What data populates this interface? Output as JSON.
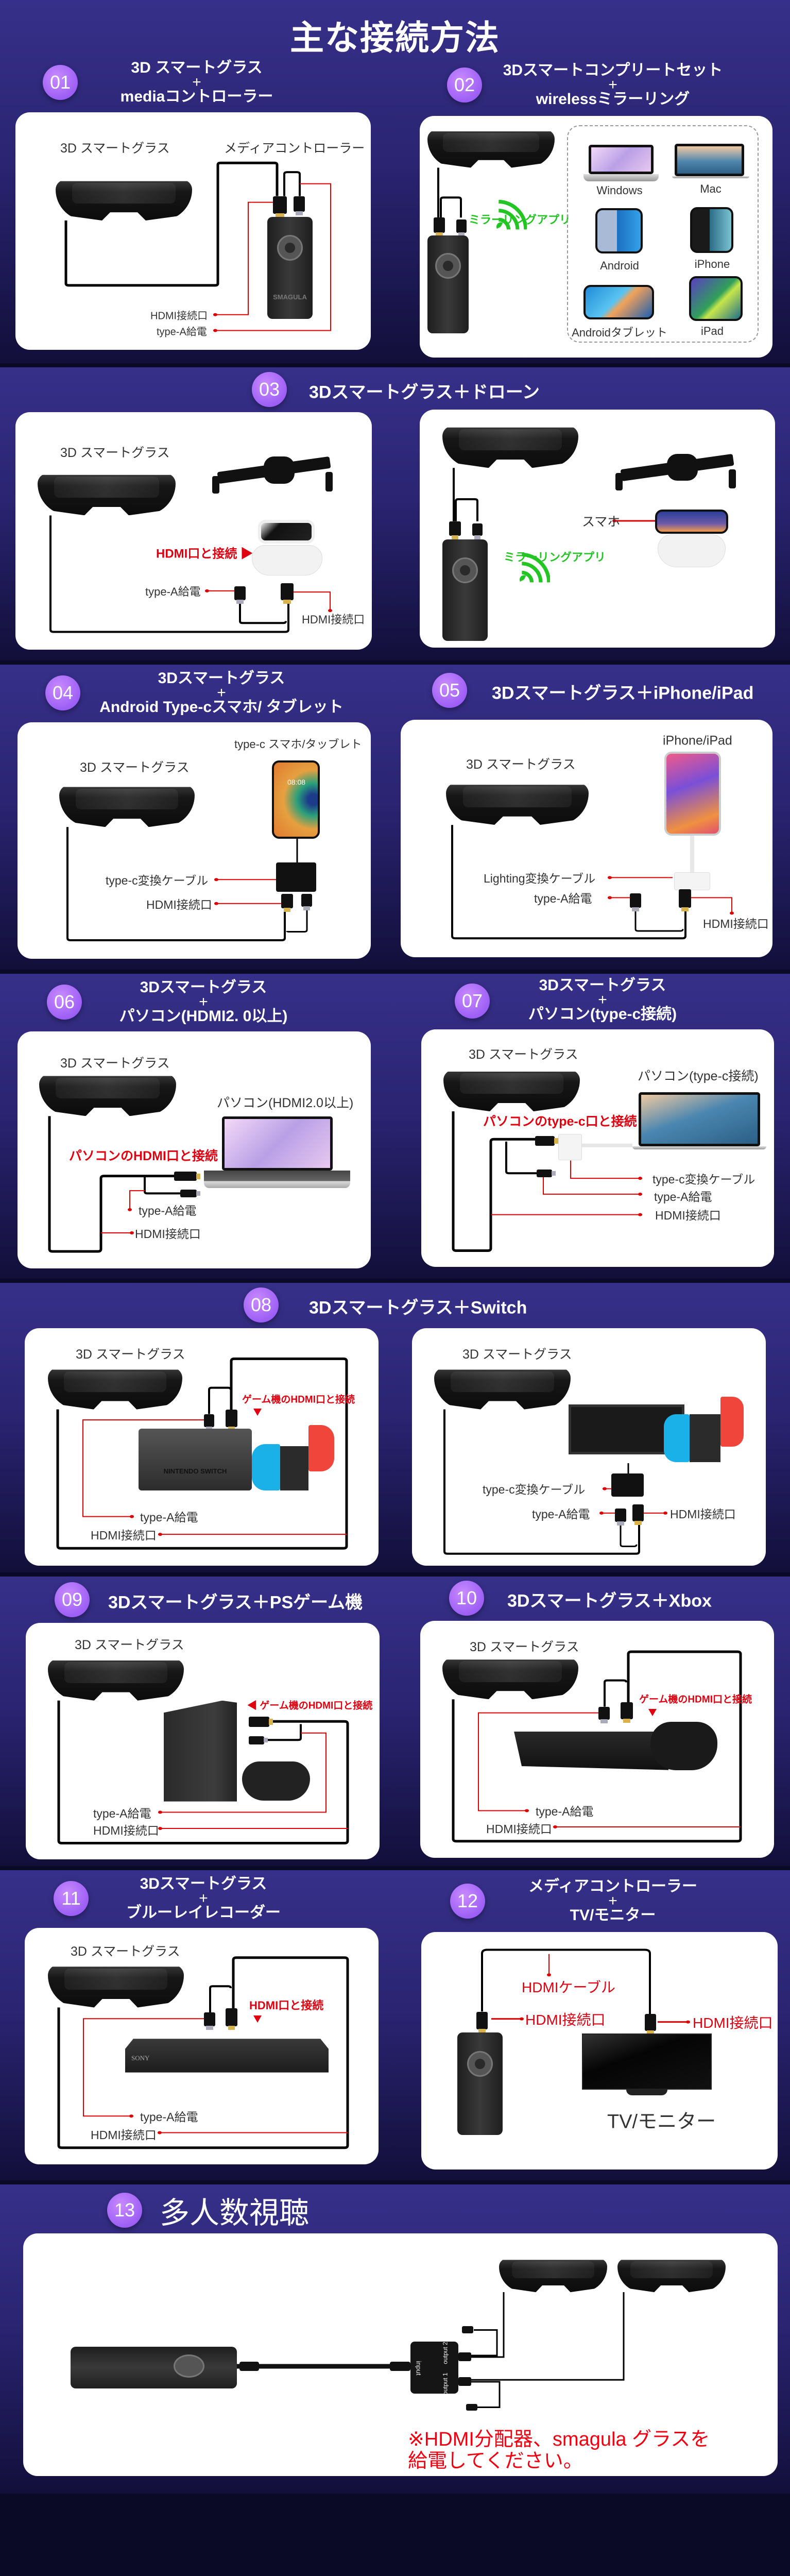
{
  "page_title": "主な接続方法",
  "common": {
    "glasses": "3D スマートグラス",
    "hdmi_port": "HDMI接続口",
    "type_a_power": "type-A給電",
    "typec_cable": "type-c変換ケーブル",
    "game_hdmi": "ゲーム機のHDMI口と接続",
    "mirroring_app": "ミラーリングアプリ",
    "brand": "SMAGULA"
  },
  "s01": {
    "num": "01",
    "title": [
      "3D スマートグラス",
      "+",
      "mediaコントローラー"
    ],
    "controller": "メディアコントローラー"
  },
  "s02": {
    "num": "02",
    "title": [
      "3Dスマートコンプリートセット",
      "+",
      "wirelessミラーリング"
    ],
    "devices": [
      "Windows",
      "Mac",
      "Android",
      "iPhone",
      "Androidタブレット",
      "iPad"
    ]
  },
  "s03": {
    "num": "03",
    "title": "3Dスマートグラス＋ドローン",
    "hdmi_connect": "HDMI口と接続 ▶",
    "smartphone": "スマホ"
  },
  "s04": {
    "num": "04",
    "title": [
      "3Dスマートグラス",
      "+",
      "Android Type-cスマホ/ タブレット"
    ],
    "device": "type-c  スマホ/タッブレト",
    "clock": "08:08"
  },
  "s05": {
    "num": "05",
    "title": "3Dスマートグラス＋iPhone/iPad",
    "device": "iPhone/iPad",
    "lightning_cable": "Lighting変換ケーブル"
  },
  "s06": {
    "num": "06",
    "title": [
      "3Dスマートグラス",
      "+",
      "パソコン(HDMI2. 0以上)"
    ],
    "device": "パソコン(HDMI2.0以上)",
    "connect": "パソコンのHDMI口と接続"
  },
  "s07": {
    "num": "07",
    "title": [
      "3Dスマートグラス",
      "+",
      "パソコン(type-c接続)"
    ],
    "device": "パソコン(type-c接続)",
    "connect": "パソコンのtype-c口と接続"
  },
  "s08": {
    "num": "08",
    "title": "3Dスマートグラス＋Switch",
    "switch_logo": "NINTENDO SWITCH"
  },
  "s09": {
    "num": "09",
    "title": "3Dスマートグラス＋PSゲーム機",
    "connect": "◀ ゲーム機のHDMI口と接続"
  },
  "s10": {
    "num": "10",
    "title": "3Dスマートグラス＋Xbox"
  },
  "s11": {
    "num": "11",
    "title": [
      "3Dスマートグラス",
      "+",
      "ブルーレイレコーダー"
    ],
    "connect": "HDMI口と接続",
    "player_brand": "SONY"
  },
  "s12": {
    "num": "12",
    "title": [
      "メディアコントローラー",
      "+",
      "TV/モニター"
    ],
    "hdmi_cable": "HDMIケーブル",
    "tv": "TV/モニター"
  },
  "s13": {
    "num": "13",
    "title": "多人数視聴",
    "splitter_input": "input",
    "splitter_output1": "output 1",
    "splitter_output2": "output 2",
    "note_line1": "※HDMI分配器、smagula グラスを",
    "note_line2": "給電してください。"
  },
  "colors": {
    "accent_red": "#e00010",
    "wifi_green": "#22c522",
    "badge_purple": "#a36af5",
    "band_top": "#37308a"
  }
}
